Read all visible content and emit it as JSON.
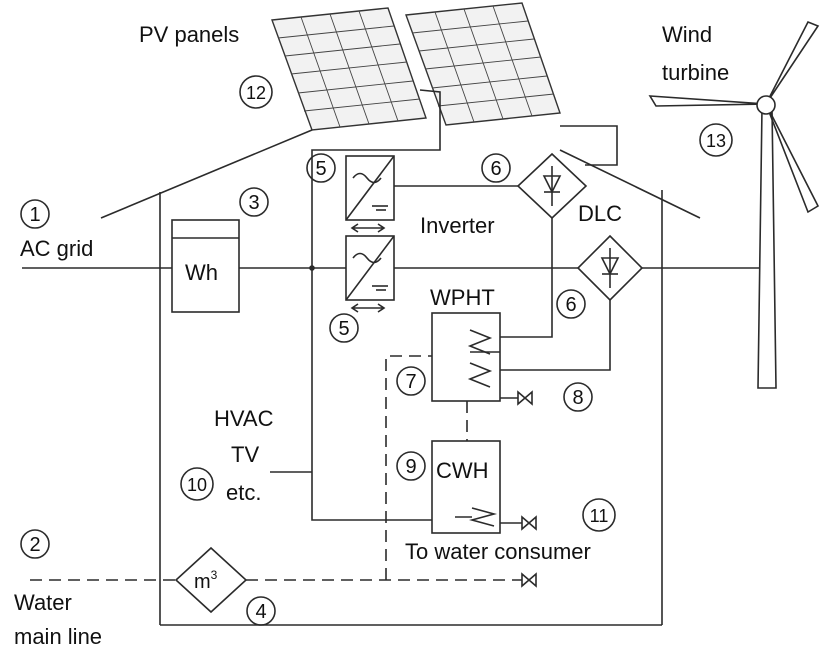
{
  "labels": {
    "pv_panels": "PV panels",
    "wind": "Wind",
    "turbine": "turbine",
    "ac_grid": "AC grid",
    "wh": "Wh",
    "inverter": "Inverter",
    "dlc": "DLC",
    "wpht": "WPHT",
    "hvac": "HVAC",
    "tv": "TV",
    "etc": "etc.",
    "cwh": "CWH",
    "to_water_consumer": "To water consumer",
    "water": "Water",
    "main_line": "main line",
    "m3": "m",
    "m3_sup": "3"
  },
  "markers": {
    "n1": "1",
    "n2": "2",
    "n3": "3",
    "n4": "4",
    "n5a": "5",
    "n5b": "5",
    "n6a": "6",
    "n6b": "6",
    "n7": "7",
    "n8": "8",
    "n9": "9",
    "n10": "10",
    "n11": "11",
    "n12": "12",
    "n13": "13"
  }
}
